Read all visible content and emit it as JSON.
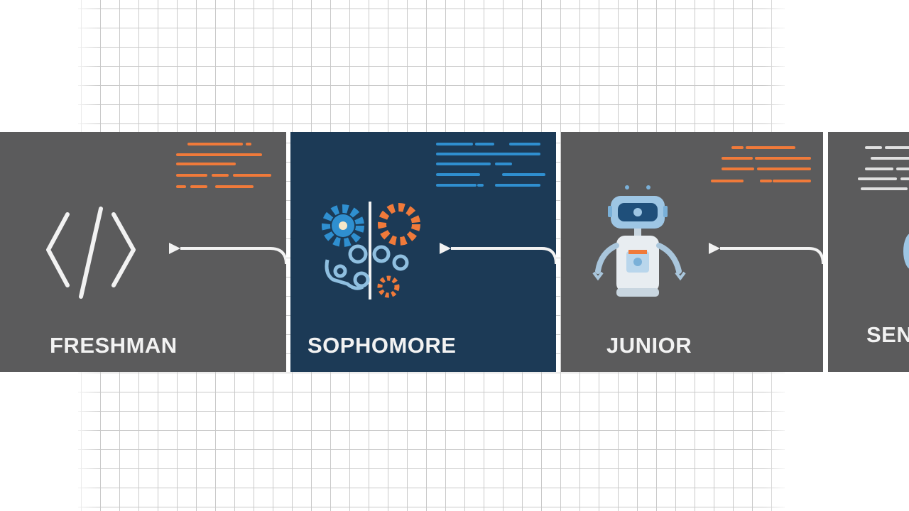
{
  "stages": [
    {
      "label": "FRESHMAN",
      "icon": "code-brackets-icon",
      "accent": "#f07a3a"
    },
    {
      "label": "SOPHOMORE",
      "icon": "gears-icon",
      "accent": "#2f8fd0"
    },
    {
      "label": "JUNIOR",
      "icon": "robot-icon",
      "accent": "#f07a3a"
    },
    {
      "label": "SEN",
      "icon": "robot-icon",
      "accent": "#e0e0e0"
    }
  ],
  "colors": {
    "panel_gray": "#5b5b5c",
    "panel_blue": "#1c3a56",
    "text_light": "#f2f2f2",
    "orange": "#f07a3a",
    "blue": "#2f8fd0"
  }
}
